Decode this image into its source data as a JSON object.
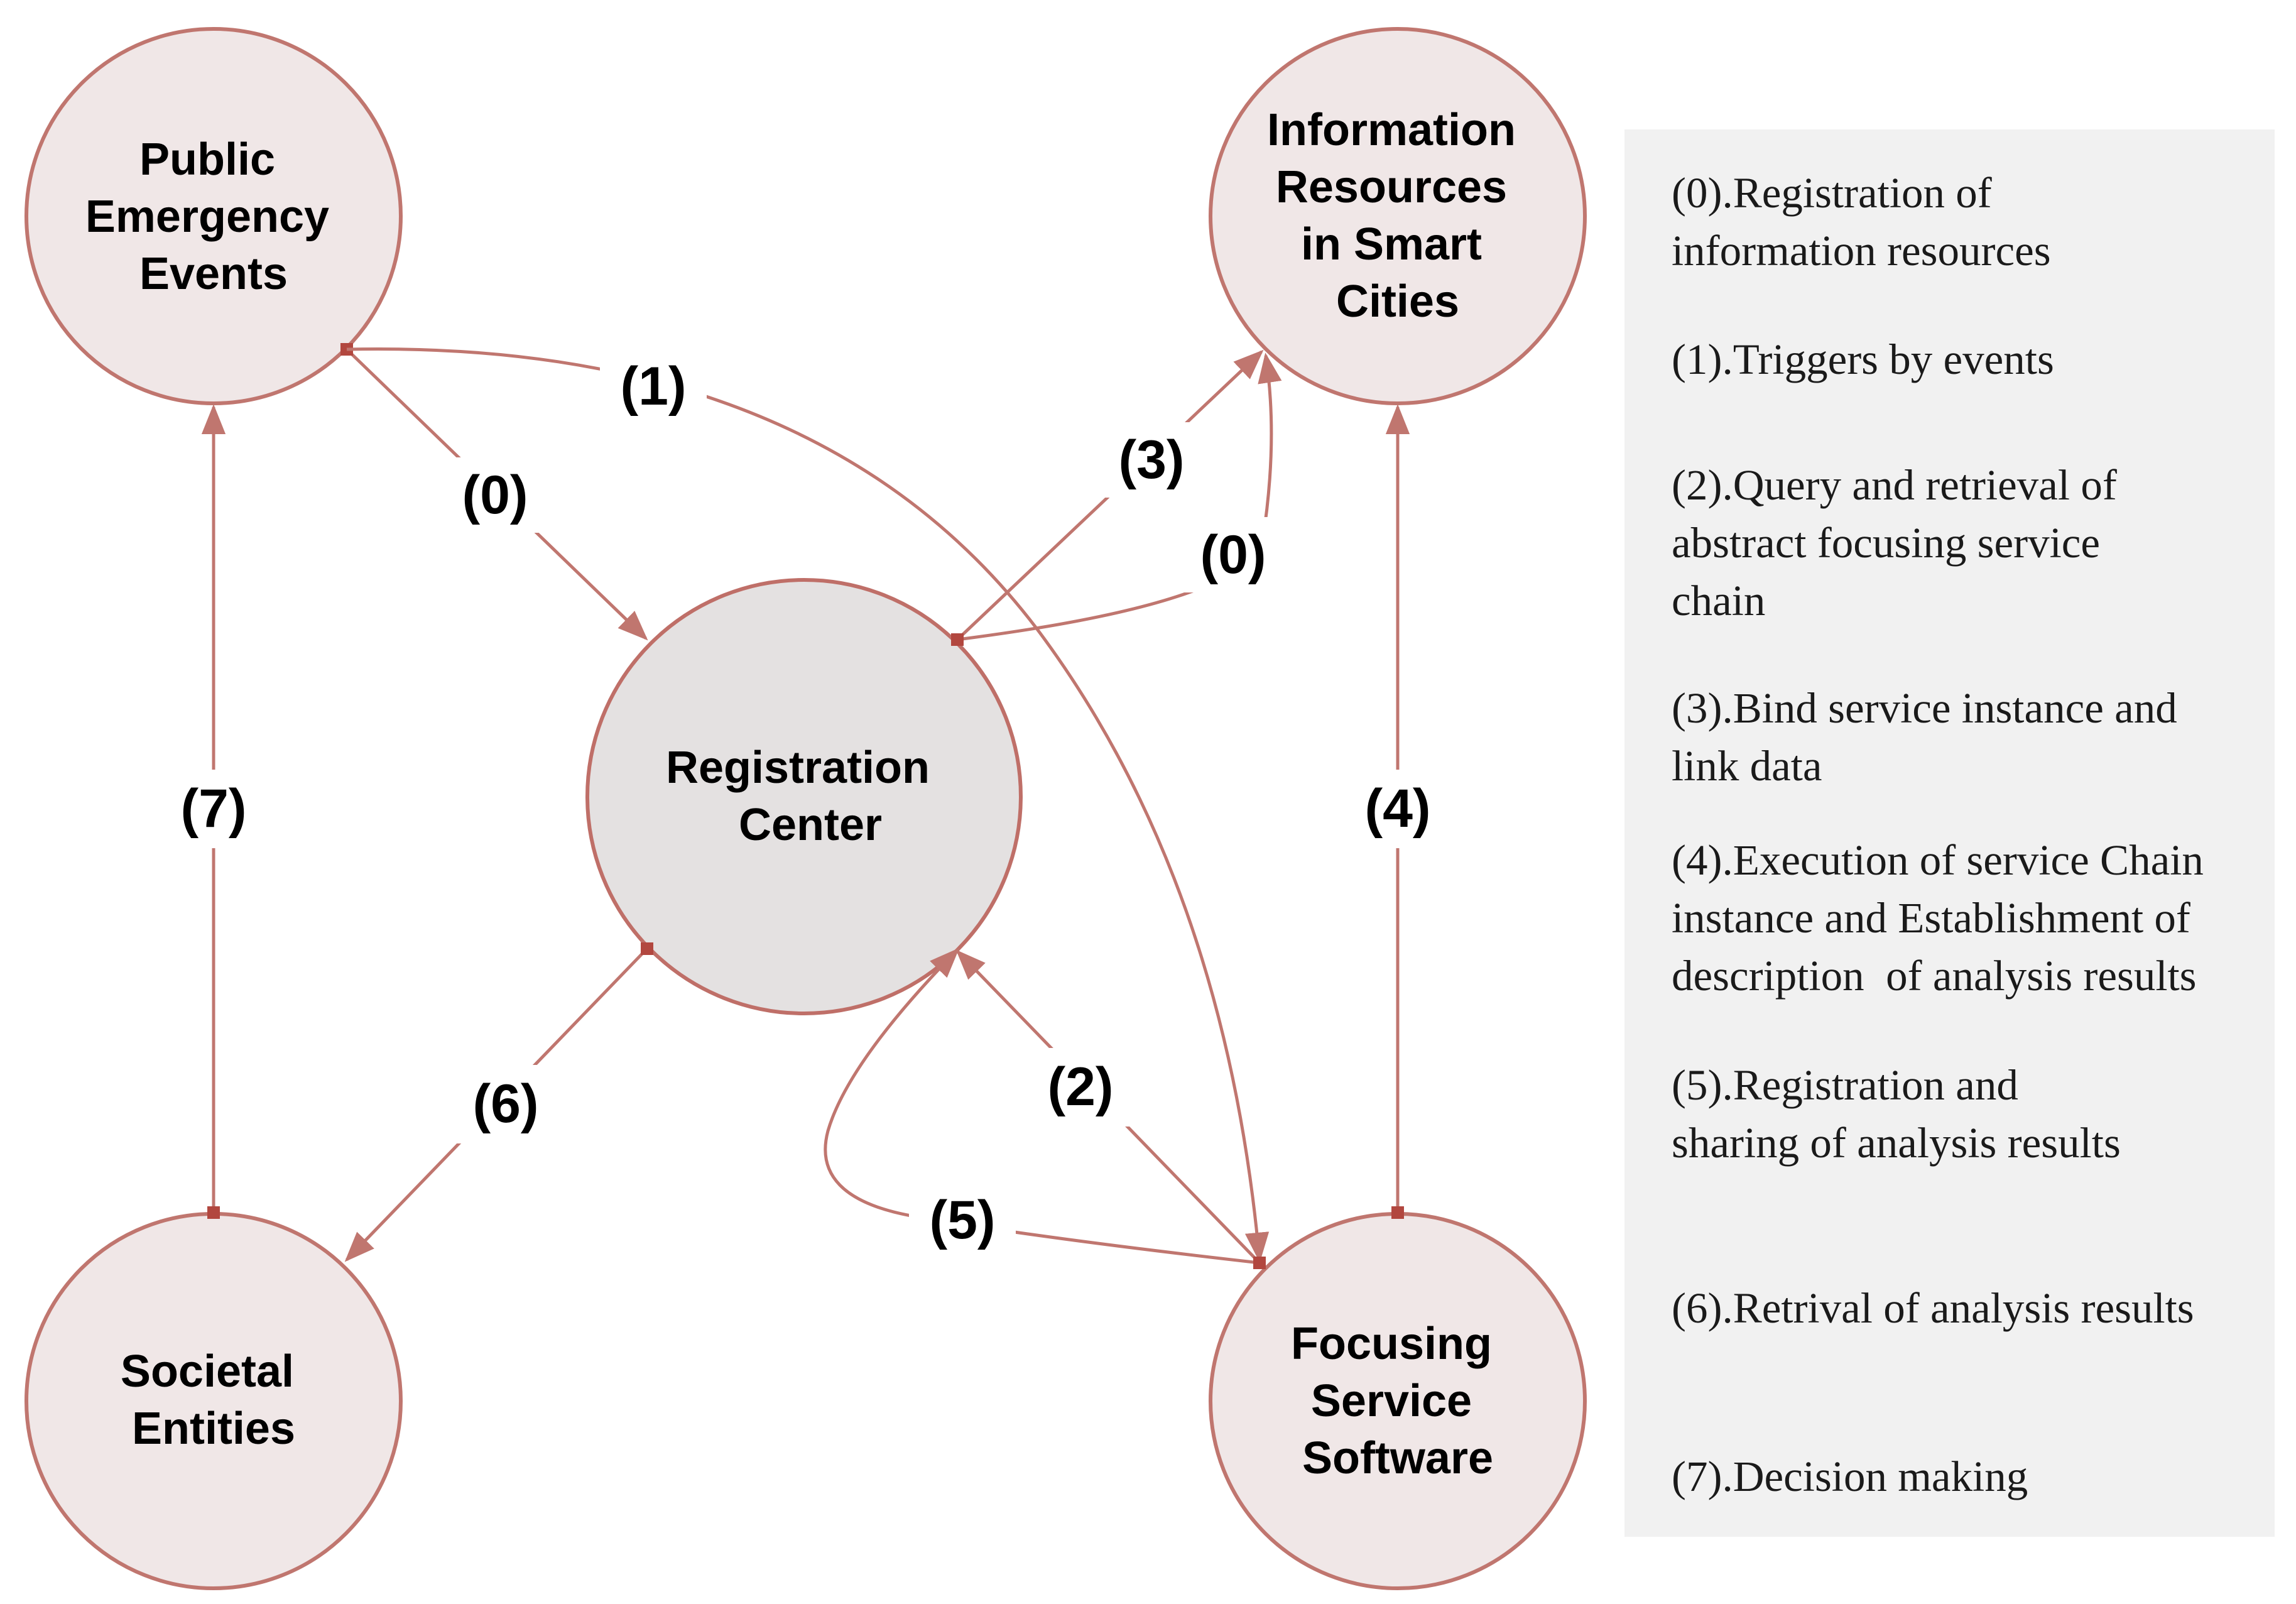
{
  "nodes": {
    "public_emergency_events": [
      "Public",
      "Emergency",
      "Events"
    ],
    "information_resources": [
      "Information",
      "Resources",
      "in Smart",
      "Cities"
    ],
    "registration_center": [
      "Registration",
      "Center"
    ],
    "societal_entities": [
      "Societal",
      "Entities"
    ],
    "focusing_service_software": [
      "Focusing",
      "Service",
      "Software"
    ]
  },
  "edges": {
    "e0_events": "(0)",
    "e0_info": "(0)",
    "e1": "(1)",
    "e2": "(2)",
    "e3": "(3)",
    "e4": "(4)",
    "e5": "(5)",
    "e6": "(6)",
    "e7": "(7)"
  },
  "legend": [
    "(0).Registration of\ninformation resources",
    "(1).Triggers by events",
    "(2).Query and retrieval of\nabstract focusing service\nchain",
    "(3).Bind service instance and\nlink data",
    "(4).Execution of service Chain\ninstance and Establishment of\ndescription  of analysis results",
    "(5).Registration and\nsharing of analysis results",
    "(6).Retrival of analysis results",
    "(7).Decision making"
  ],
  "colors": {
    "node_fill": "#f0e7e7",
    "center_fill": "#e4e1e1",
    "stroke": "#c0766f",
    "legend_bg": "#f1f1f1"
  }
}
